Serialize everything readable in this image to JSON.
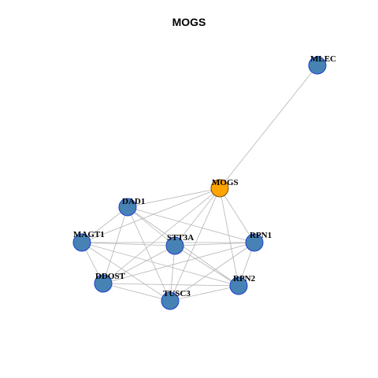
{
  "title": "MOGS",
  "colors": {
    "center_fill": "#FFA500",
    "center_stroke": "#7a4a00",
    "node_fill": "#4682B4",
    "node_stroke": "#1f3fd0",
    "edge": "#b5b5b5"
  },
  "nodes": [
    {
      "id": "MLEC",
      "label": "MLEC",
      "center": false
    },
    {
      "id": "MOGS",
      "label": "MOGS",
      "center": true
    },
    {
      "id": "DAD1",
      "label": "DAD1",
      "center": false
    },
    {
      "id": "MAGT1",
      "label": "MAGT1",
      "center": false
    },
    {
      "id": "STT3A",
      "label": "STT3A",
      "center": false
    },
    {
      "id": "RPN1",
      "label": "RPN1",
      "center": false
    },
    {
      "id": "DDOST",
      "label": "DDOST",
      "center": false
    },
    {
      "id": "RPN2",
      "label": "RPN2",
      "center": false
    },
    {
      "id": "TUSC3",
      "label": "TUSC3",
      "center": false
    }
  ],
  "edges": [
    [
      "MOGS",
      "MLEC"
    ],
    [
      "MOGS",
      "DAD1"
    ],
    [
      "MOGS",
      "MAGT1"
    ],
    [
      "MOGS",
      "STT3A"
    ],
    [
      "MOGS",
      "RPN1"
    ],
    [
      "MOGS",
      "DDOST"
    ],
    [
      "MOGS",
      "RPN2"
    ],
    [
      "MOGS",
      "TUSC3"
    ],
    [
      "DAD1",
      "MAGT1"
    ],
    [
      "DAD1",
      "STT3A"
    ],
    [
      "DAD1",
      "RPN1"
    ],
    [
      "DAD1",
      "DDOST"
    ],
    [
      "DAD1",
      "RPN2"
    ],
    [
      "DAD1",
      "TUSC3"
    ],
    [
      "MAGT1",
      "STT3A"
    ],
    [
      "MAGT1",
      "RPN1"
    ],
    [
      "MAGT1",
      "DDOST"
    ],
    [
      "MAGT1",
      "RPN2"
    ],
    [
      "MAGT1",
      "TUSC3"
    ],
    [
      "STT3A",
      "RPN1"
    ],
    [
      "STT3A",
      "DDOST"
    ],
    [
      "STT3A",
      "RPN2"
    ],
    [
      "STT3A",
      "TUSC3"
    ],
    [
      "RPN1",
      "DDOST"
    ],
    [
      "RPN1",
      "RPN2"
    ],
    [
      "RPN1",
      "TUSC3"
    ],
    [
      "DDOST",
      "RPN2"
    ],
    [
      "DDOST",
      "TUSC3"
    ],
    [
      "RPN2",
      "TUSC3"
    ]
  ]
}
